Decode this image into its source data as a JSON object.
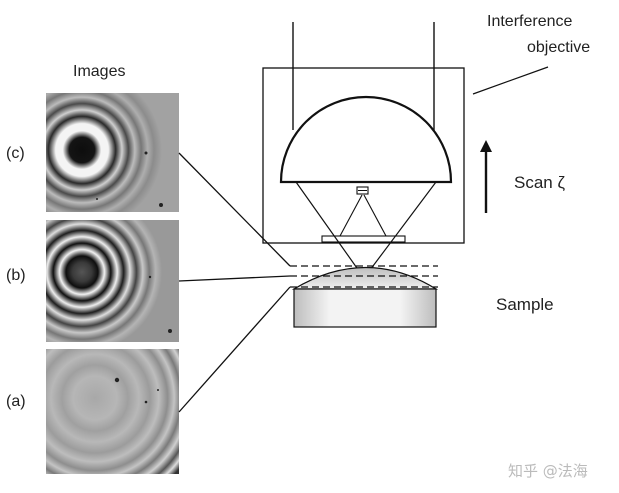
{
  "labels": {
    "images": "Images",
    "panel_c": "(c)",
    "panel_b": "(b)",
    "panel_a": "(a)",
    "objective_line1": "Interference",
    "objective_line2": "objective",
    "scan": "Scan ζ",
    "sample": "Sample",
    "watermark": "知乎 @法海"
  },
  "colors": {
    "ink": "#111111",
    "text": "#222222",
    "panel_gray": "#9a9a9a",
    "fringe_dark": "#1a1a1a",
    "fringe_light": "#f2f2f2",
    "watermark": "#bbbbbb"
  }
}
